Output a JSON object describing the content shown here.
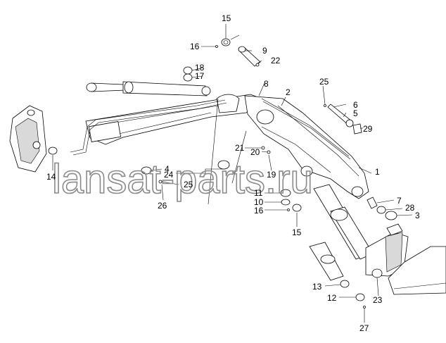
{
  "watermark": "lansat-parts.ru",
  "callouts": {
    "c1": "1",
    "c2": "2",
    "c3": "3",
    "c4": "4",
    "c5": "5",
    "c6": "6",
    "c7": "7",
    "c8": "8",
    "c9": "9",
    "c10": "10",
    "c11": "11",
    "c12": "12",
    "c13": "13",
    "c14": "14",
    "c15a": "15",
    "c15b": "15",
    "c16a": "16",
    "c16b": "16",
    "c17": "17",
    "c18": "18",
    "c19": "19",
    "c20": "20",
    "c21": "21",
    "c22": "22",
    "c23": "23",
    "c24": "24",
    "c25a": "25",
    "c25b": "25",
    "c26": "26",
    "c27": "27",
    "c28": "28",
    "c29": "29"
  }
}
